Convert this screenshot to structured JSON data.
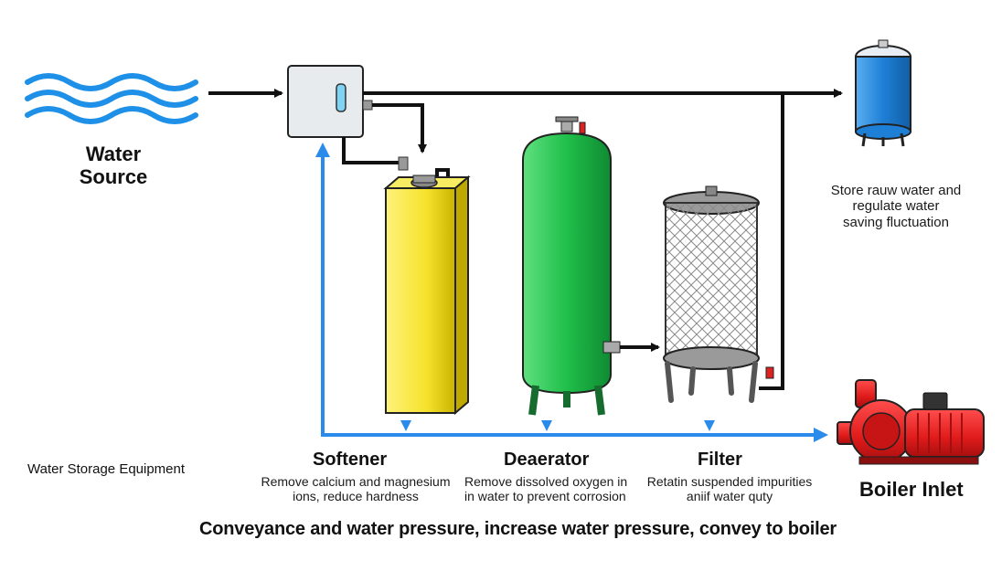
{
  "labels": {
    "water_source_line1": "Water",
    "water_source_line2": "Source",
    "storage_desc_line1": "Store rauw water and",
    "storage_desc_line2": "regulate water",
    "storage_desc_line3": "saving fluctuation",
    "water_storage_equipment": "Water Storage Equipment",
    "softener_title": "Softener",
    "softener_desc_line1": "Remove calcium and magnesium",
    "softener_desc_line2": "ions, reduce hardness",
    "deaerator_title": "Deaerator",
    "deaerator_desc_line1": "Remove dissolved oxygen in",
    "deaerator_desc_line2": "in water to prevent corrosion",
    "filter_title": "Filter",
    "filter_desc_line1": "Retatin suspended impurities",
    "filter_desc_line2": "aniif water quty",
    "boiler_inlet": "Boiler Inlet",
    "footer": "Conveyance  and water pressure, increase water pressure, convey to boiler"
  },
  "colors": {
    "water_waves": "#1e90e8",
    "softener_tank": "#f5e12a",
    "deaerator_tank": "#1fbf4a",
    "storage_tank": "#1e7fd6",
    "pump": "#e01b1b",
    "flow_line_blue": "#2b8bea",
    "pipe": "#111111"
  },
  "icons": {
    "source": "water-waves-icon",
    "control_box": "control-box-icon",
    "storage": "storage-tank-icon",
    "softener": "softener-tank-icon",
    "deaerator": "deaerator-tank-icon",
    "filter": "filter-icon",
    "pump": "pump-icon"
  }
}
